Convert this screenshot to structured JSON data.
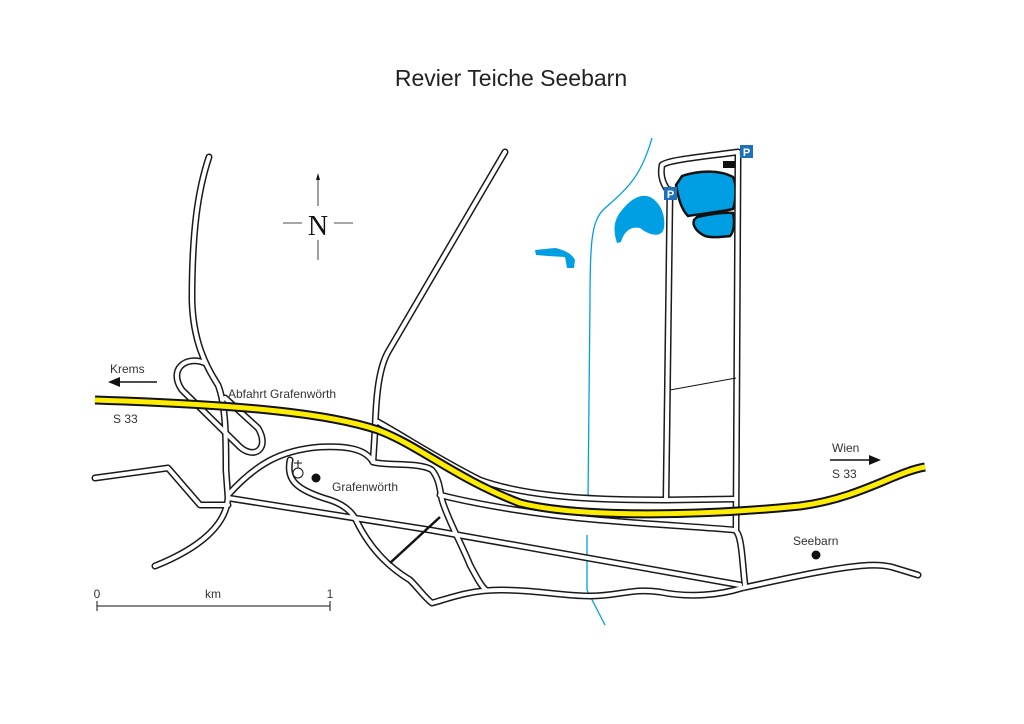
{
  "title": "Revier Teiche Seebarn",
  "compass": {
    "label": "N"
  },
  "labels": {
    "krems": "Krems",
    "wien": "Wien",
    "highway_west": "S 33",
    "highway_east": "S 33",
    "exit": "Abfahrt Grafenwörth",
    "town1": "Grafenwörth",
    "town2": "Seebarn"
  },
  "parking": {
    "label": "P"
  },
  "scale": {
    "start": "0",
    "unit": "km",
    "end": "1"
  },
  "colors": {
    "water": "#009fe3",
    "highway": "#ffed00",
    "parking": "#1d71b8"
  }
}
